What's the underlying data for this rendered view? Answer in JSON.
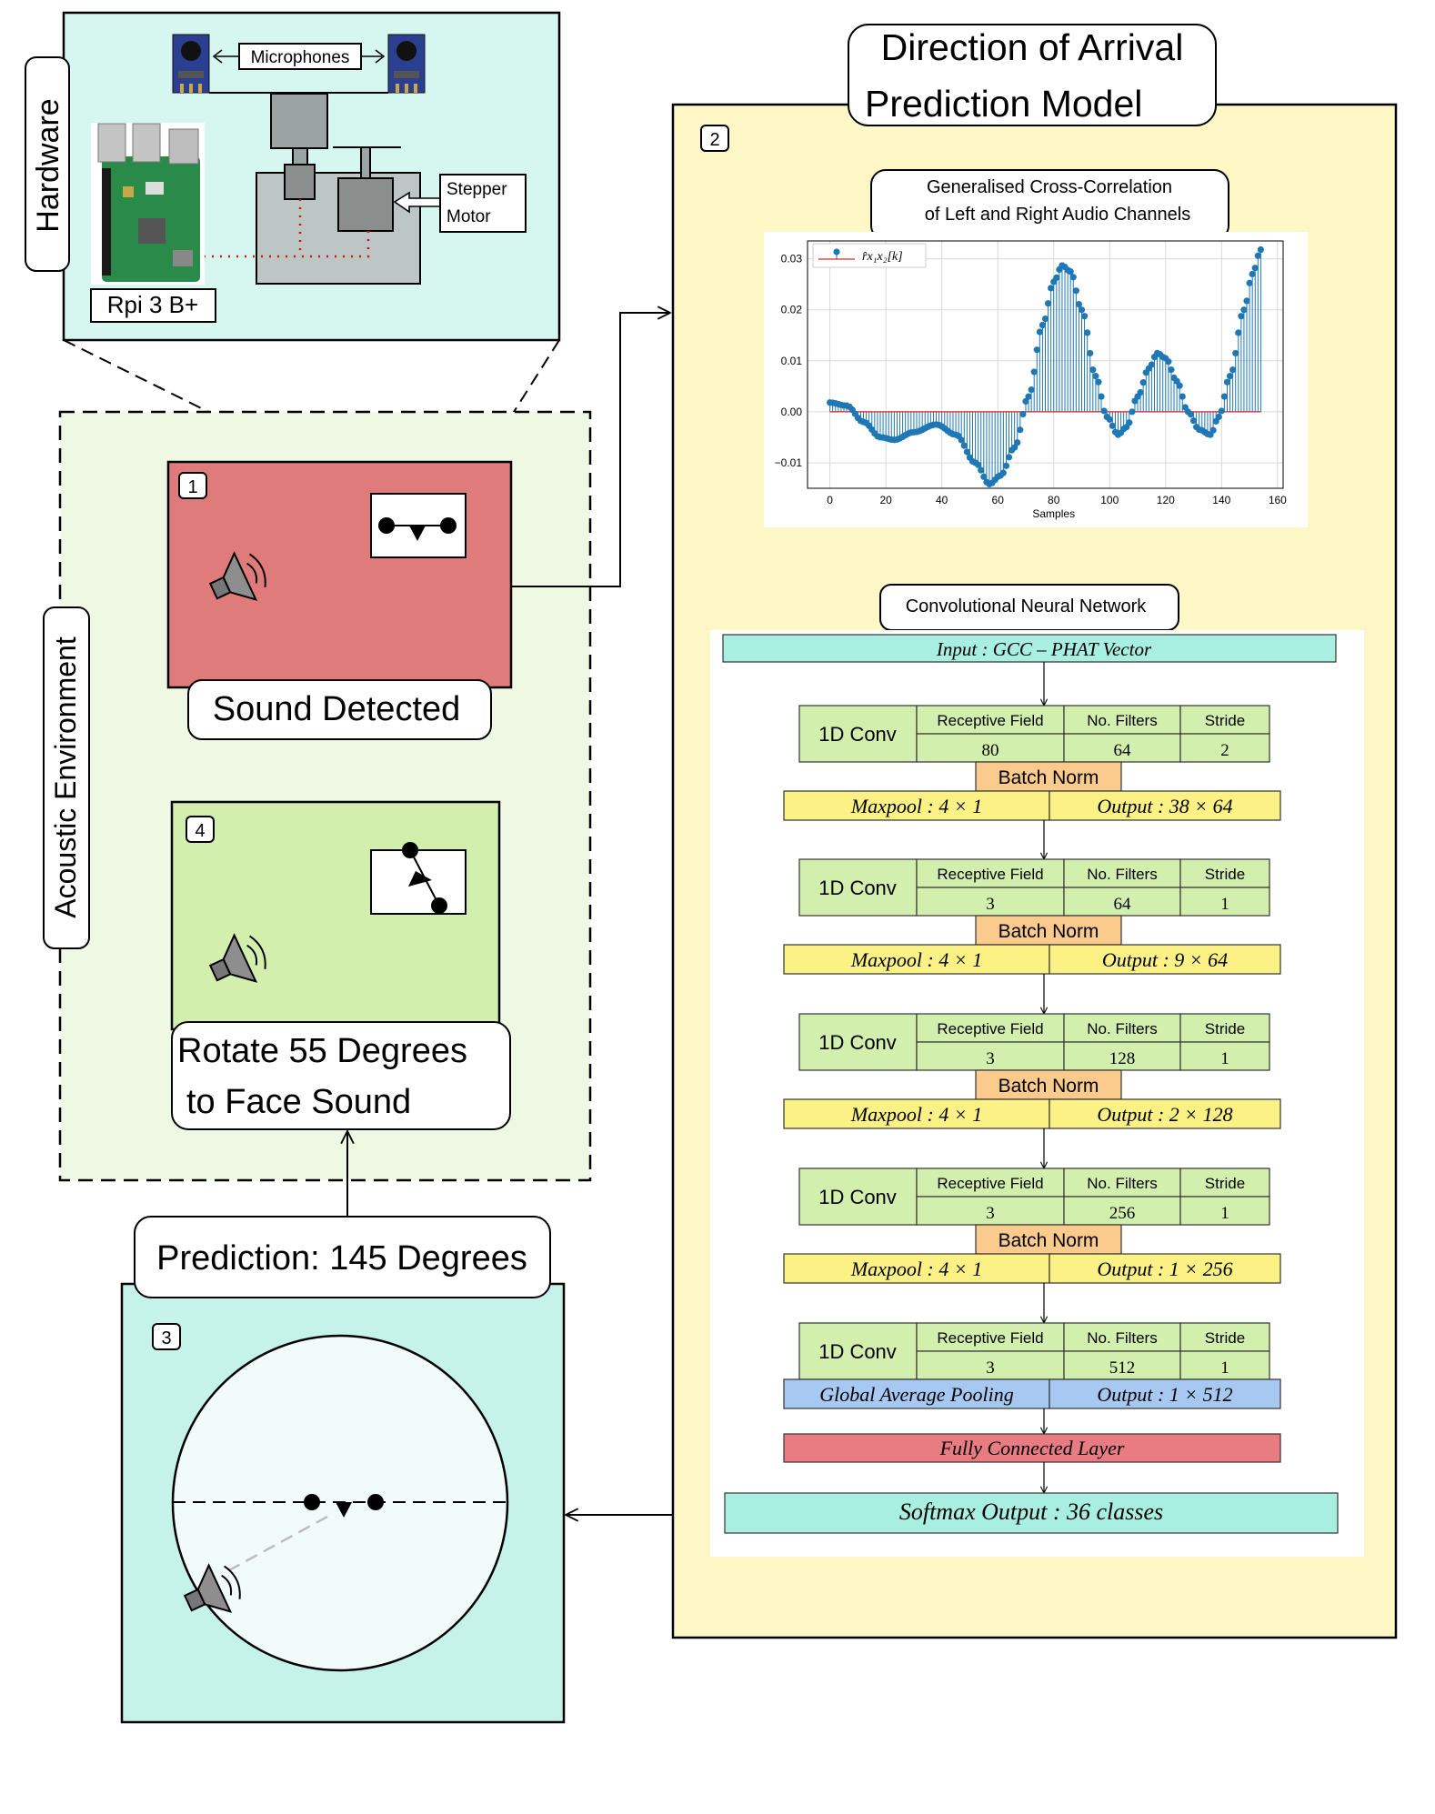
{
  "hardware": {
    "title": "Hardware",
    "microphones_label": "Microphones",
    "stepper_label_line1": "Stepper",
    "stepper_label_line2": "Motor",
    "rpi_label": "Rpi 3 B+"
  },
  "environment": {
    "title": "Acoustic Environment",
    "step1": {
      "num": "1",
      "caption": "Sound Detected"
    },
    "step4": {
      "num": "4",
      "caption_line1": "Rotate 55 Degrees",
      "caption_line2": "to Face Sound"
    }
  },
  "step3": {
    "num": "3",
    "prediction": "Prediction: 145 Degrees"
  },
  "model": {
    "title_line1": "Direction of Arrival",
    "title_line2": "Prediction Model",
    "num": "2",
    "gcc_title_line1": "Generalised  Cross-Correlation",
    "gcc_title_line2": "of Left and Right Audio Channels",
    "cnn_title": "Convolutional Neural Network",
    "cnn": {
      "input": "Input :   GCC – PHAT Vector",
      "conv_label": "1D Conv",
      "col_rf": "Receptive Field",
      "col_filters": "No. Filters",
      "col_stride": "Stride",
      "batch_norm": "Batch Norm",
      "layers": [
        {
          "rf": "80",
          "filters": "64",
          "stride": "2",
          "pool": "Maxpool :  4 × 1",
          "out": "Output :  38 × 64"
        },
        {
          "rf": "3",
          "filters": "64",
          "stride": "1",
          "pool": "Maxpool :  4 × 1",
          "out": "Output :  9 × 64"
        },
        {
          "rf": "3",
          "filters": "128",
          "stride": "1",
          "pool": "Maxpool :  4 × 1",
          "out": "Output :  2 × 128"
        },
        {
          "rf": "3",
          "filters": "256",
          "stride": "1",
          "pool": "Maxpool :  4 × 1",
          "out": "Output :  1 × 256"
        },
        {
          "rf": "3",
          "filters": "512",
          "stride": "1",
          "pool": "Global Average Pooling",
          "out": "Output :  1 × 512"
        }
      ],
      "fc": "Fully Connected Layer",
      "softmax": "Softmax Output :  36 classes"
    }
  },
  "chart_data": {
    "type": "scatter",
    "style": "stem",
    "legend": "r̂x₁x₂[k]",
    "legend_position": "top-left",
    "xlabel": "Samples",
    "ylabel": "",
    "xlim": [
      -8,
      162
    ],
    "ylim": [
      -0.015,
      0.0335
    ],
    "xticks": [
      "0",
      "20",
      "40",
      "60",
      "80",
      "100",
      "120",
      "140",
      "160"
    ],
    "yticks": [
      "−0.01",
      "0.00",
      "0.01",
      "0.02",
      "0.03"
    ],
    "ytick_values": [
      -0.01,
      0.0,
      0.01,
      0.02,
      0.03
    ],
    "grid": true,
    "series_color": "#1f77b4",
    "baseline_color": "#d62728",
    "x_range": [
      0,
      154
    ],
    "keypoints": [
      [
        0,
        0.0018
      ],
      [
        6,
        0.0012
      ],
      [
        12,
        -0.002
      ],
      [
        18,
        -0.005
      ],
      [
        23,
        -0.0055
      ],
      [
        30,
        -0.004
      ],
      [
        38,
        -0.0025
      ],
      [
        45,
        -0.0045
      ],
      [
        52,
        -0.01
      ],
      [
        57,
        -0.0142
      ],
      [
        61,
        -0.0125
      ],
      [
        66,
        -0.007
      ],
      [
        71,
        0.003
      ],
      [
        76,
        0.017
      ],
      [
        80,
        0.0255
      ],
      [
        83,
        0.0287
      ],
      [
        86,
        0.0275
      ],
      [
        90,
        0.02
      ],
      [
        95,
        0.007
      ],
      [
        99,
        -0.001
      ],
      [
        103,
        -0.0045
      ],
      [
        106,
        -0.003
      ],
      [
        110,
        0.003
      ],
      [
        114,
        0.0085
      ],
      [
        117,
        0.0115
      ],
      [
        120,
        0.0105
      ],
      [
        124,
        0.006
      ],
      [
        128,
        0.0
      ],
      [
        132,
        -0.0035
      ],
      [
        136,
        -0.0045
      ],
      [
        139,
        -0.001
      ],
      [
        143,
        0.007
      ],
      [
        148,
        0.02
      ],
      [
        151,
        0.027
      ],
      [
        154,
        0.0318
      ]
    ]
  }
}
